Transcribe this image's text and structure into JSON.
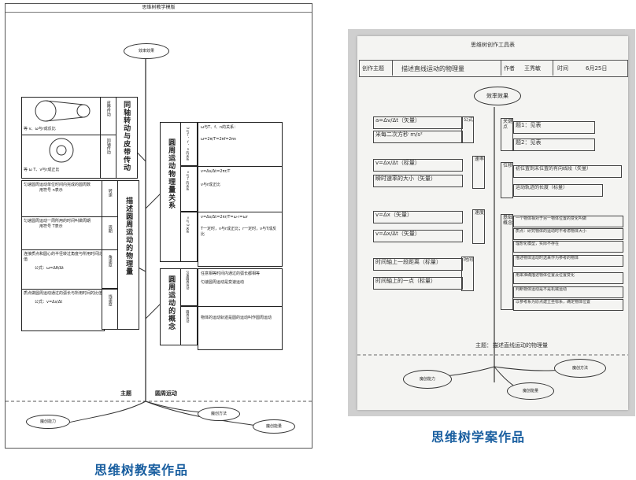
{
  "left_sheet": {
    "header": "思维树教学模版",
    "goal": "效率效果",
    "theme_label": "主题",
    "theme_value": "圆周运动",
    "roots": [
      "魔创能力",
      "魔创方法",
      "魔创能量"
    ],
    "branch_tongzhou": {
      "title": "同轴转动与皮带传动",
      "pidai_label": "皮带传动",
      "pidai_text": "等  v、ω与r成反比",
      "tongzhou_label": "同轴传动",
      "tongzhou_text": "等  ω  T、v与r成正比"
    },
    "branch_miaoshu": {
      "title": "描述圆周运动的物理量",
      "rows": [
        {
          "label": "转速",
          "text": "匀速圆周运动单位时间内完成的圆周数",
          "sub": "用符号 n表示"
        },
        {
          "label": "周期",
          "text": "匀速圆周运动一周所用的时间叫做周期",
          "sub": "用符号 T表示"
        },
        {
          "label": "角速度",
          "text": "连接质点和圆心的半径转过角度与所用时间比值",
          "sub": "公式：ω=Δθ/Δt"
        },
        {
          "label": "线速度",
          "text": "质点做圆周运动通过的弧长与所用时间的比值",
          "sub": "公式：v=Δs/Δt"
        }
      ]
    },
    "branch_guanxi": {
      "title": "圆周运动物理量关系",
      "rows": [
        {
          "label": "ω与T、f、n的关系",
          "text": "ω与T、f、n的关系：",
          "formula": "ω=2π/T=2πf=2πn"
        },
        {
          "label": "v与T的关系",
          "text": "v=Δs/Δt=2πr/T",
          "formula": "v与r成正比"
        },
        {
          "label": "v与ω关系",
          "text": "v=Δs/Δt=2πr/T=ω·r=ωr",
          "formula": "T一定时，v与r成正比；r一定时，v与T成反比"
        }
      ]
    },
    "branch_gainian": {
      "title": "圆周运动的概念",
      "rows": [
        {
          "label": "匀速圆周运动",
          "text": "任意相等时间内通过的弧长都相等",
          "sub": "匀速圆周运动是变速运动"
        },
        {
          "label": "圆周运动",
          "text": "物体的运动轨迹是圆的运动叫作圆周运动"
        }
      ]
    },
    "caption": "思维树教案作品"
  },
  "right_sheet": {
    "header": "思维树创作工具表",
    "theme_label": "创作主题",
    "theme_value": "描述直线运动的物理量",
    "author_label": "作者",
    "author_value": "王秀敏",
    "time_label": "时间",
    "time_value": "6月25日",
    "goal": "效率效果",
    "left_items": [
      {
        "label": "公式",
        "lines": [
          "a=Δv/Δt（矢量）",
          "米每二次方秒 m/s²"
        ]
      },
      {
        "label": "速率",
        "lines": [
          "v=Δx/Δt（标量）",
          "瞬时速率的大小（矢量）"
        ]
      },
      {
        "label": "速度",
        "lines": [
          "v=Δx（矢量）",
          "v=Δx/Δt（矢量）"
        ]
      },
      {
        "label": "时间",
        "lines": [
          "时间轴上一段距离（标量）",
          "时间轴上的一点（标量）"
        ]
      }
    ],
    "right_items": [
      {
        "label": "关键点",
        "lines": [
          "题1：见表",
          "题2：见表"
        ]
      },
      {
        "label": "位移",
        "lines": [
          "初位置到末位置的有向线段（矢量）",
          "运动轨迹的长度（标量）"
        ]
      },
      {
        "label": "基础概念",
        "lines": [
          "一个物体相对于另一物体位置的变化叫做",
          "质点：研究物体的运动时不考虑物体大小",
          "理想化模型，实际不存在",
          "描述物体运动时选来作为参考的物体",
          "用来准确描述物体位置及位置变化",
          "判断物体运动是不是机械运动",
          "以参考系为原点建立坐标系，确定物体位置"
        ]
      }
    ],
    "theme_label_bottom": "主题：",
    "theme_value_bottom": "描述直线运动的物理量",
    "roots": [
      "魔创能力",
      "魔创方法",
      "魔创能量"
    ],
    "caption": "思维树学案作品"
  }
}
